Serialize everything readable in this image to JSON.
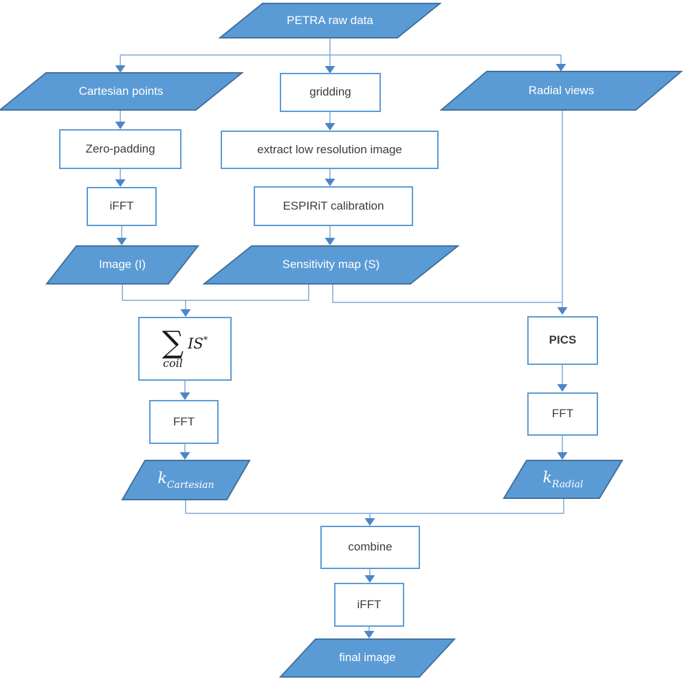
{
  "title": "PETRA reconstruction flowchart",
  "colors": {
    "io_fill": "#5B9BD5",
    "io_border": "#41719C",
    "process_border": "#5B9BD5",
    "process_fill": "#FFFFFF",
    "connector": "#7FA9D8",
    "arrowhead": "#4C86C6",
    "io_text": "#FFFFFF",
    "process_text": "#3B3B3B"
  },
  "nodes": {
    "petra": {
      "label": "PETRA raw data"
    },
    "cartesian_points": {
      "label": "Cartesian points"
    },
    "gridding": {
      "label": "gridding"
    },
    "radial_views": {
      "label": "Radial views"
    },
    "zero_padding": {
      "label": "Zero-padding"
    },
    "extract_low_res": {
      "label": "extract low resolution image"
    },
    "ifft_left": {
      "label": "iFFT"
    },
    "espirit": {
      "label": "ESPIRiT calibration"
    },
    "image_i": {
      "label": "Image (I)"
    },
    "sensitivity_map": {
      "label": "Sensitivity map (S)"
    },
    "coil_sum": {
      "sigma": "∑",
      "sigma_sub": "coil",
      "expr": "IS",
      "expr_sup": "*"
    },
    "pics": {
      "label": "PICS"
    },
    "fft_left": {
      "label": "FFT"
    },
    "fft_right": {
      "label": "FFT"
    },
    "k_cartesian": {
      "base": "k",
      "sub": "Cartesian"
    },
    "k_radial": {
      "base": "k",
      "sub": "Radial"
    },
    "combine": {
      "label": "combine"
    },
    "ifft_bottom": {
      "label": "iFFT"
    },
    "final_image": {
      "label": "final image"
    }
  }
}
